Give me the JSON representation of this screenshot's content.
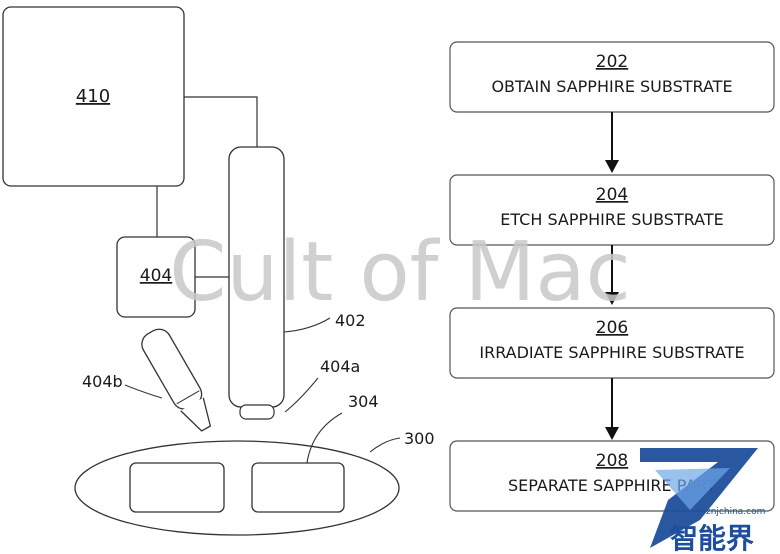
{
  "flowchart": {
    "steps": [
      {
        "number": "202",
        "label": "OBTAIN SAPPHIRE SUBSTRATE"
      },
      {
        "number": "204",
        "label": "ETCH SAPPHIRE SUBSTRATE"
      },
      {
        "number": "206",
        "label": "IRRADIATE SAPPHIRE SUBSTRATE"
      },
      {
        "number": "208",
        "label": "SEPARATE SAPPHIRE PART"
      }
    ]
  },
  "apparatus": {
    "controller_label": "410",
    "laser_unit_label": "404",
    "column_label": "402",
    "beam_a_label": "404a",
    "beam_b_label": "404b",
    "part_label": "304",
    "substrate_label": "300"
  },
  "overlay": {
    "watermark_text": "Cult of Mac",
    "logo_url_text": "znjchina.com",
    "logo_cn_text": "智能界",
    "logo_letter": "Z"
  },
  "colors": {
    "line": "#333333",
    "watermark": "#c8c8c8",
    "logo_blue": "#1d4f9c"
  }
}
